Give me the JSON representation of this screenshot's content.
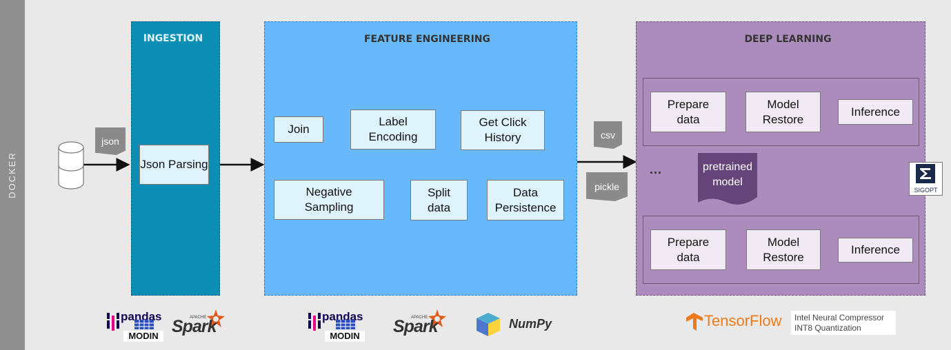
{
  "docker": {
    "label": "DOCKER"
  },
  "tags": {
    "json": "json",
    "csv": "csv",
    "pickle": "pickle"
  },
  "ingestion": {
    "title": "INGESTION",
    "json_parsing": "Json Parsing",
    "logos": {
      "pandas": "pandas",
      "modin": "MODIN",
      "apache": "APACHE",
      "spark": "Spark"
    }
  },
  "feature_engineering": {
    "title": "FEATURE ENGINEERING",
    "join": "Join",
    "label_encoding": "Label Encoding",
    "get_click_history": "Get Click History",
    "negative_sampling": "Negative Sampling",
    "split_data": "Split data",
    "data_persistence": "Data Persistence",
    "logos": {
      "pandas": "pandas",
      "modin": "MODIN",
      "apache": "APACHE",
      "spark": "Spark",
      "numpy": "NumPy"
    }
  },
  "deep_learning": {
    "title": "DEEP LEARNING",
    "top": {
      "prepare": "Prepare data",
      "restore": "Model Restore",
      "inference": "Inference"
    },
    "bottom": {
      "prepare": "Prepare data",
      "restore": "Model Restore",
      "inference": "Inference"
    },
    "ellipsis": "...",
    "pretrained": "pretrained model",
    "sigopt": "SIGOPT",
    "logos": {
      "tensorflow": "TensorFlow",
      "inc_line1": "Intel Neural Compressor",
      "inc_line2": "INT8 Quantization"
    }
  },
  "colors": {
    "docker": "#8f8f8f",
    "ingestion": "#0d8fb5",
    "feature_engineering": "#67b9fb",
    "deep_learning": "#ac8cbd",
    "pretrained_doc": "#644479",
    "tensorflow": "#f07a1a"
  }
}
